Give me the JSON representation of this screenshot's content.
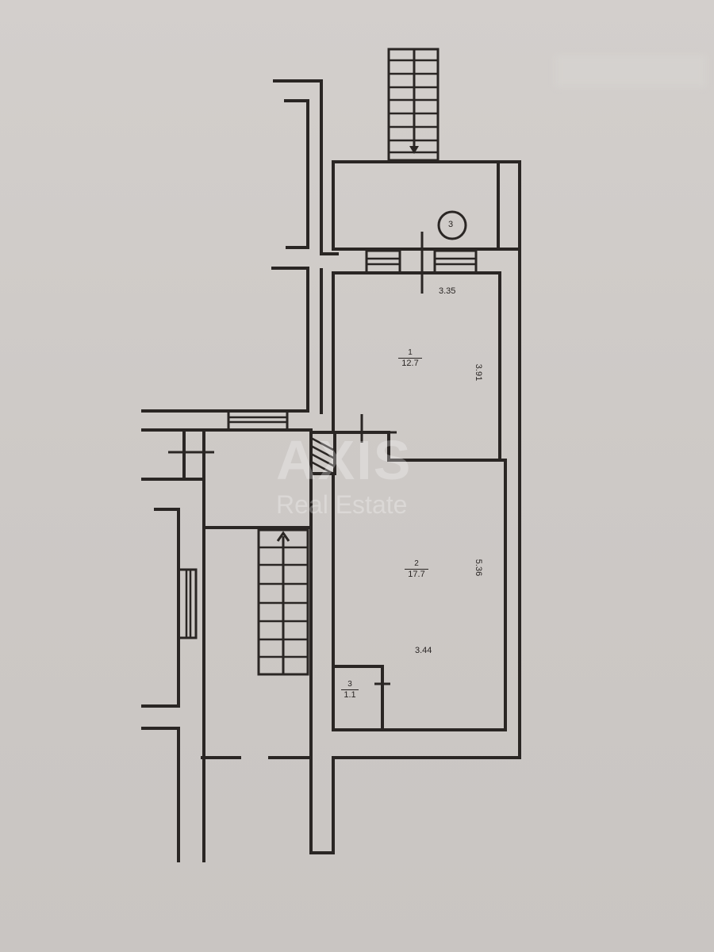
{
  "watermark": {
    "brand": "AXIS",
    "subtitle": "Real Estate"
  },
  "plan": {
    "circle_marker": "3",
    "dimensions": {
      "room1_width": "3.35",
      "room1_length": "3.91",
      "room2_length": "5.36",
      "room2_width": "3.44"
    },
    "rooms": [
      {
        "number": "1",
        "area": "12.7"
      },
      {
        "number": "2",
        "area": "17.7"
      },
      {
        "number": "3",
        "area": "1.1"
      }
    ]
  },
  "colors": {
    "paper": "#cfcbc8",
    "ink": "#2a2624",
    "watermark": "#ffffff"
  }
}
